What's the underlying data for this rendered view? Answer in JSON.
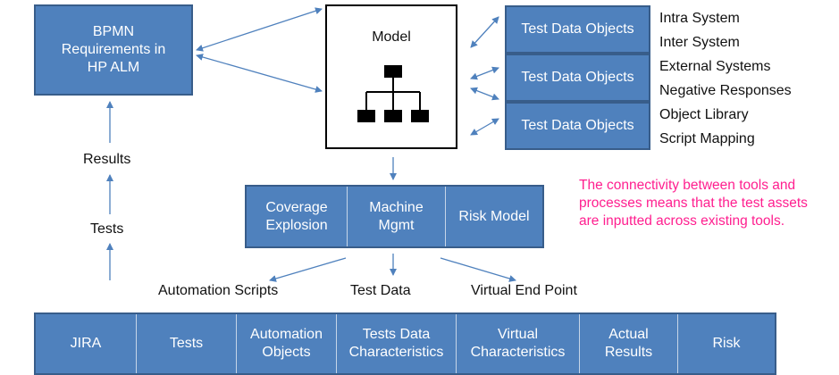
{
  "bpmn_box": {
    "text": "BPMN\nRequirements in\nHP ALM"
  },
  "model": {
    "title": "Model",
    "icon": "org-chart-icon"
  },
  "test_data_objects": [
    {
      "label": "Test Data Objects",
      "notes": [
        "Intra System",
        "Inter System"
      ]
    },
    {
      "label": "Test Data Objects",
      "notes": [
        "External Systems",
        "Negative Responses"
      ]
    },
    {
      "label": "Test Data Objects",
      "notes": [
        "Object Library",
        "Script Mapping"
      ]
    }
  ],
  "middle_strip": [
    "Coverage\nExplosion",
    "Machine\nMgmt",
    "Risk Model"
  ],
  "middle_outputs": [
    "Automation Scripts",
    "Test Data",
    "Virtual End Point"
  ],
  "left_flow": {
    "results": "Results",
    "tests": "Tests"
  },
  "bottom_strip": [
    "JIRA",
    "Tests",
    "Automation\nObjects",
    "Tests Data\nCharacteristics",
    "Virtual\nCharacteristics",
    "Actual\nResults",
    "Risk"
  ],
  "note": "The connectivity between tools and processes means that the test assets are inputted across existing tools.",
  "colors": {
    "box_fill": "#4f81bd",
    "box_border": "#385d8a",
    "arrow": "#4f81bd",
    "note": "#ff1f8f"
  }
}
